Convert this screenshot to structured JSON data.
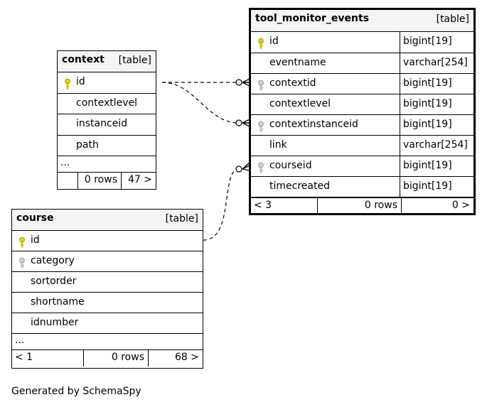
{
  "tables": {
    "context": {
      "name": "context",
      "type_label": "[table]",
      "columns": [
        {
          "name": "id",
          "key": "primary"
        },
        {
          "name": "contextlevel",
          "key": "none"
        },
        {
          "name": "instanceid",
          "key": "none"
        },
        {
          "name": "path",
          "key": "none"
        }
      ],
      "ellipsis": "...",
      "footer": {
        "left": "",
        "rows": "0 rows",
        "right": "47 >"
      }
    },
    "tool_monitor_events": {
      "name": "tool_monitor_events",
      "type_label": "[table]",
      "columns": [
        {
          "name": "id",
          "type": "bigint[19]",
          "key": "primary"
        },
        {
          "name": "eventname",
          "type": "varchar[254]",
          "key": "none"
        },
        {
          "name": "contextid",
          "type": "bigint[19]",
          "key": "foreign"
        },
        {
          "name": "contextlevel",
          "type": "bigint[19]",
          "key": "none"
        },
        {
          "name": "contextinstanceid",
          "type": "bigint[19]",
          "key": "foreign"
        },
        {
          "name": "link",
          "type": "varchar[254]",
          "key": "none"
        },
        {
          "name": "courseid",
          "type": "bigint[19]",
          "key": "foreign"
        },
        {
          "name": "timecreated",
          "type": "bigint[19]",
          "key": "none"
        }
      ],
      "footer": {
        "left": "< 3",
        "rows": "0 rows",
        "right": "0 >"
      }
    },
    "course": {
      "name": "course",
      "type_label": "[table]",
      "columns": [
        {
          "name": "id",
          "key": "primary"
        },
        {
          "name": "category",
          "key": "foreign"
        },
        {
          "name": "sortorder",
          "key": "none"
        },
        {
          "name": "shortname",
          "key": "none"
        },
        {
          "name": "idnumber",
          "key": "none"
        }
      ],
      "ellipsis": "...",
      "footer": {
        "left": "< 1",
        "rows": "0 rows",
        "right": "68 >"
      }
    }
  },
  "colors": {
    "primary_key": "#e6d200",
    "foreign_key": "#b0b0b0",
    "header_bg": "#f4f4f4"
  },
  "generated_by": "Generated by SchemaSpy"
}
